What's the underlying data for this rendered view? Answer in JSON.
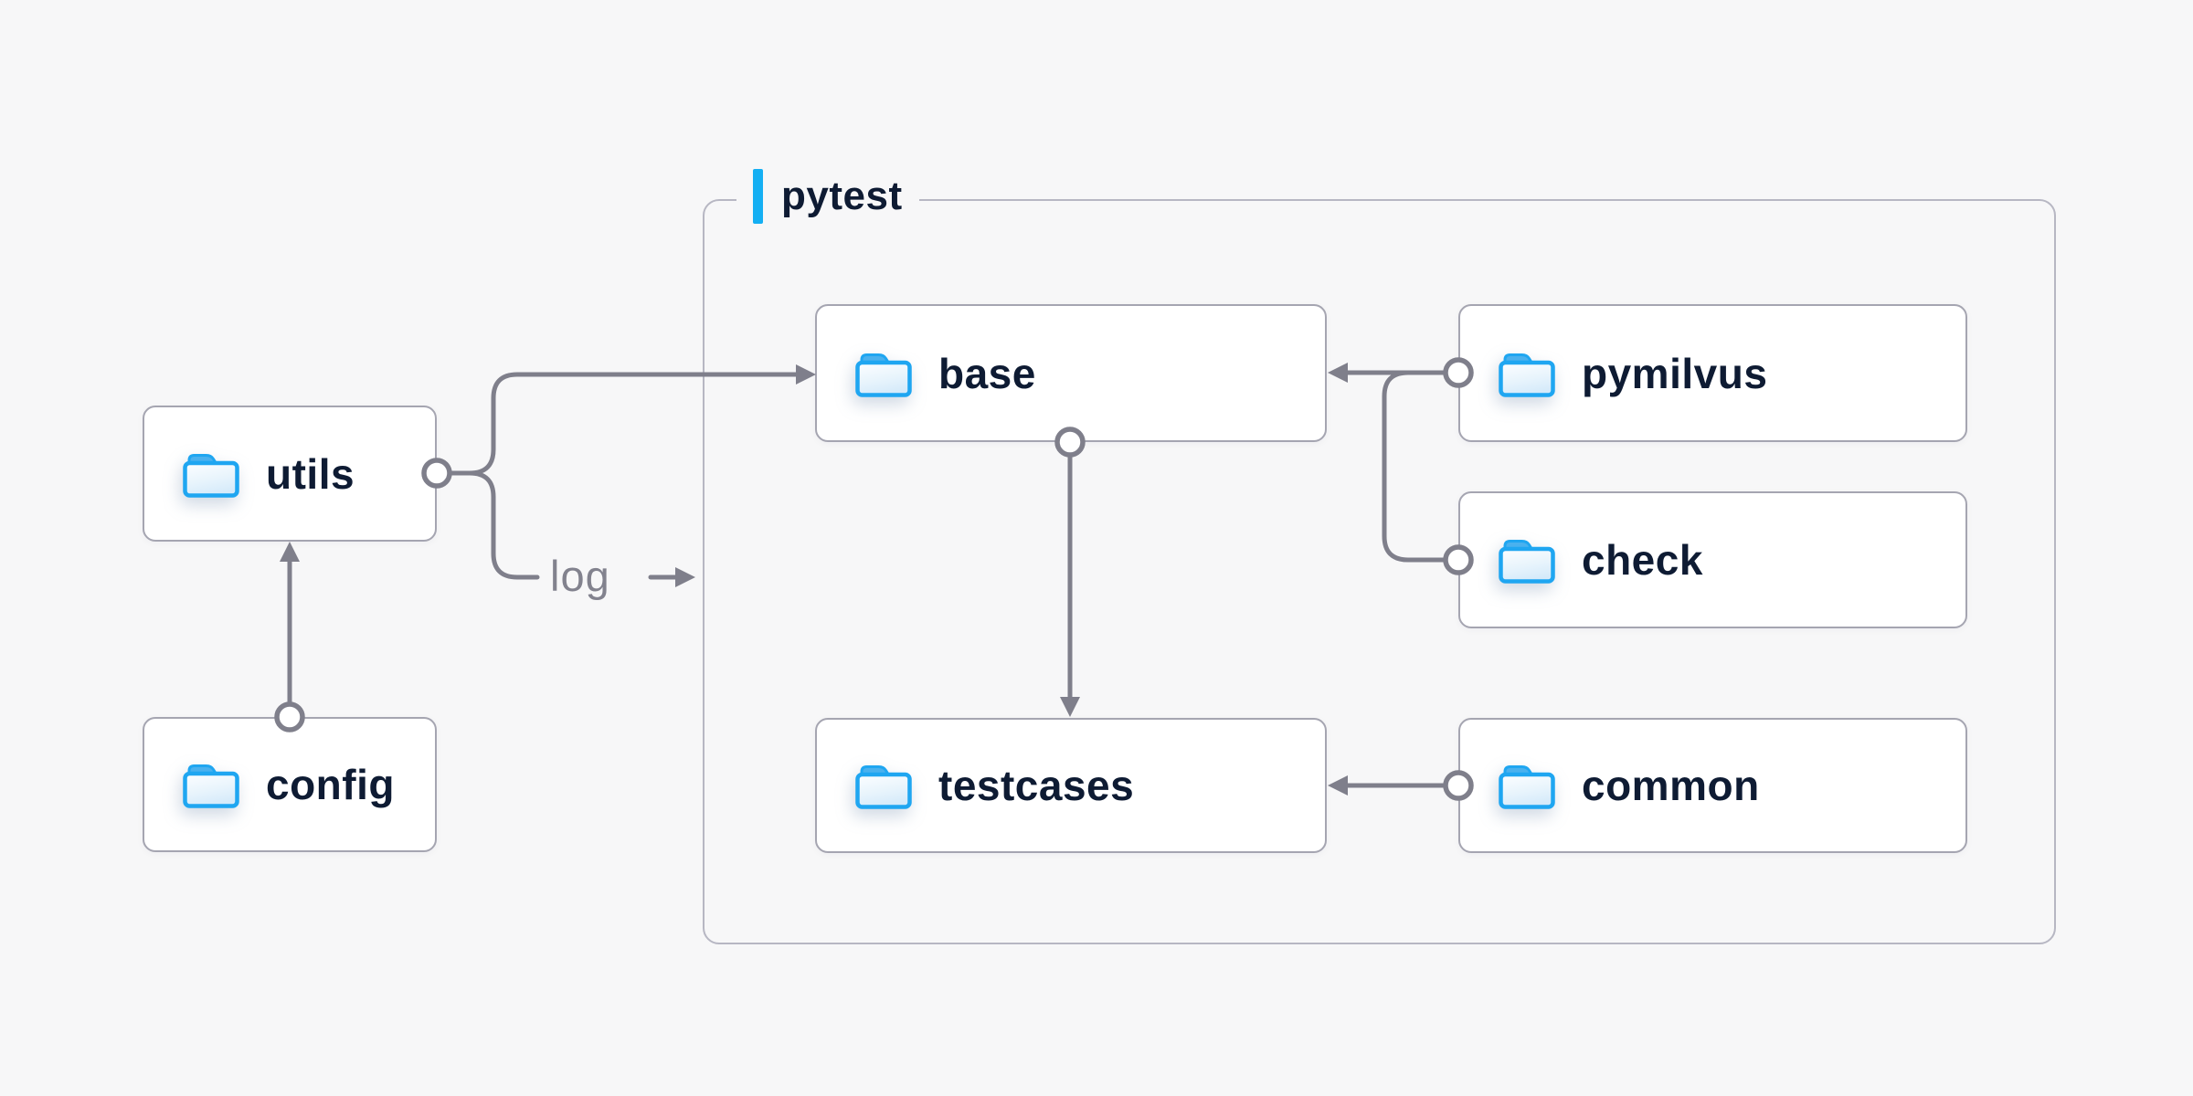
{
  "diagram": {
    "title_group": {
      "label": "pytest"
    },
    "nodes": [
      {
        "id": "utils",
        "label": "utils"
      },
      {
        "id": "config",
        "label": "config"
      },
      {
        "id": "base",
        "label": "base"
      },
      {
        "id": "testcases",
        "label": "testcases"
      },
      {
        "id": "pymilvus",
        "label": "pymilvus"
      },
      {
        "id": "check",
        "label": "check"
      },
      {
        "id": "common",
        "label": "common"
      }
    ],
    "edges": [
      {
        "from": "config",
        "to": "utils"
      },
      {
        "from": "utils",
        "to": "base"
      },
      {
        "from": "utils",
        "to": "pytest",
        "label": "log"
      },
      {
        "from": "pymilvus",
        "to": "base"
      },
      {
        "from": "check",
        "to": "base"
      },
      {
        "from": "base",
        "to": "testcases"
      },
      {
        "from": "common",
        "to": "testcases"
      }
    ],
    "colors": {
      "background": "#f7f7f8",
      "node_fill": "#ffffff",
      "node_border": "#a5a5b1",
      "group_border": "#b7b7c3",
      "text": "#0e1b33",
      "line": "#7f7f8b",
      "accent_blue": "#14aff3",
      "folder_blue": "#1fa6f1"
    }
  }
}
